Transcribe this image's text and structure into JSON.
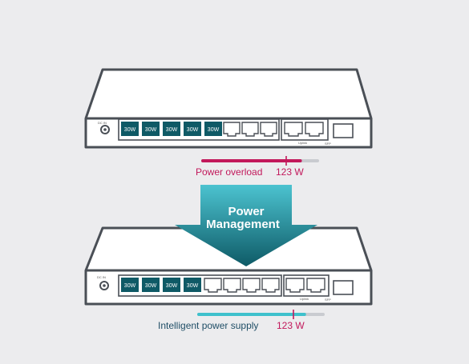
{
  "top_switch": {
    "poe_port_labels": [
      "30W",
      "30W",
      "30W",
      "30W",
      "30W"
    ],
    "power_text_small": "DC IN",
    "uplink_text": "Uplink",
    "fiber_text": "SFP"
  },
  "top_status": {
    "label": "Power overload",
    "value": "123 W",
    "level": 0.85,
    "color": "#c2185b"
  },
  "banner": {
    "line1": "Power",
    "line2": "Management",
    "color_top": "#4cc3d0",
    "color_bottom": "#0e5a66"
  },
  "bottom_switch": {
    "poe_port_labels": [
      "30W",
      "30W",
      "30W",
      "30W"
    ],
    "power_text_small": "DC IN",
    "uplink_text": "Uplink",
    "fiber_text": "SFP"
  },
  "bottom_status": {
    "label": "Intelligent power supply",
    "value": "123 W",
    "level": 0.85,
    "color": "#3fc1cc",
    "marker_color": "#c2185b"
  }
}
